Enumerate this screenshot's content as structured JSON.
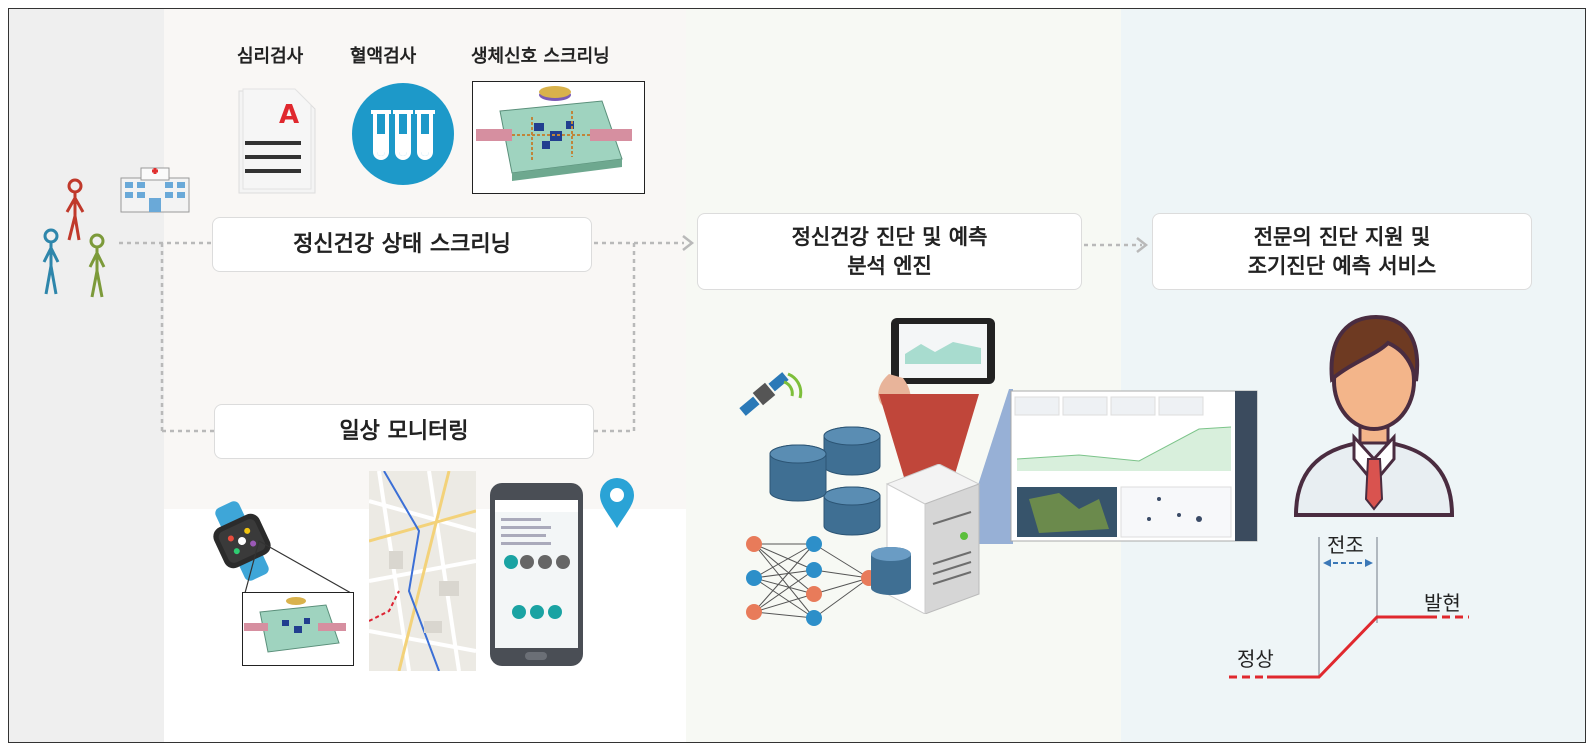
{
  "tests": {
    "psych": "심리검사",
    "blood": "혈액검사",
    "bio": "생체신호 스크리닝"
  },
  "boxes": {
    "screening": "정신건강 상태 스크리닝",
    "monitoring": "일상 모니터링",
    "engine": "정신건강 진단 및 예측\n분석 엔진",
    "service": "전문의 진단 지원 및\n조기진단 예측 서비스"
  },
  "timeline": {
    "prodrome": "전조",
    "onset": "발현",
    "normal": "정상"
  },
  "icons": {
    "patients": "patients-icon",
    "hospital": "hospital-icon",
    "test_doc": "test-document-icon",
    "test_tubes": "test-tubes-icon",
    "biosensor": "biosensor-chip-image",
    "smartwatch": "smartwatch-icon",
    "map": "map-screenshot",
    "phone": "smartphone-app-icon",
    "location": "location-pin-icon",
    "satellite": "satellite-icon",
    "database": "database-icon",
    "neural": "neural-network-icon",
    "server": "server-icon",
    "tablet": "tablet-dashboard-icon",
    "dashboard": "dashboard-screenshot",
    "doctor": "doctor-icon"
  },
  "colors": {
    "band_left": "#efefef",
    "band_screening": "#faf8f6",
    "band_engine": "#f7f9f3",
    "band_service": "#eef5f7",
    "timeline_red": "#e0282e",
    "arrow_blue": "#3b78b7",
    "tube_circle": "#1d99c9",
    "db_blue": "#3f6f93"
  }
}
